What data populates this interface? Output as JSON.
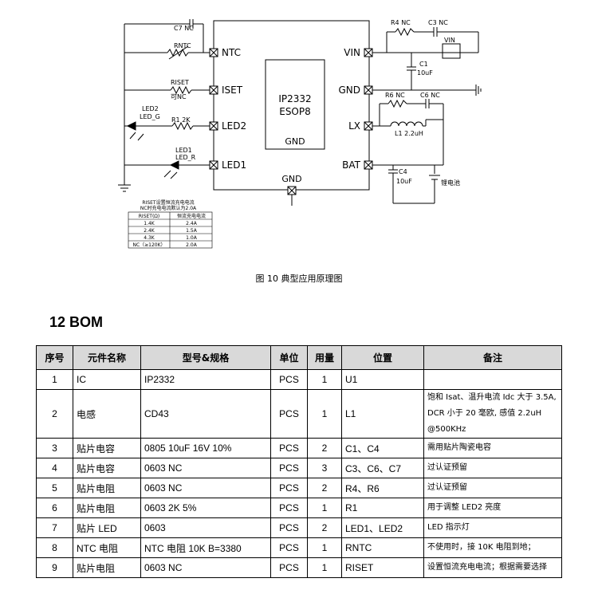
{
  "schematic": {
    "chip_name": "IP2332",
    "chip_package": "ESOP8",
    "chip_gnd": "GND",
    "pins": {
      "ntc": "NTC",
      "iset": "ISET",
      "led2": "LED2",
      "led1": "LED1",
      "vin": "VIN",
      "gnd": "GND",
      "lx": "LX",
      "bat": "BAT",
      "gnd_bottom": "GND"
    },
    "components": {
      "c7": "C7 NC",
      "rntc": "RNTC",
      "riset": "RISET",
      "riset_note": "可NC",
      "led2_label1": "LED2",
      "led2_label2": "LED_G",
      "r1": "R1 2K",
      "led1_label1": "LED1",
      "led1_label2": "LED_R",
      "r4": "R4 NC",
      "c3": "C3 NC",
      "vin_box": "VIN",
      "c1": "C1",
      "c1_val": "10uF",
      "r6": "R6 NC",
      "c6": "C6 NC",
      "l1": "L1 2.2uH",
      "c4": "C4",
      "c4_val": "10uF",
      "battery": "锂电池"
    },
    "iset_table": {
      "title_line1": "RISET设置恒流充电电流",
      "title_line2": "NC时充电电流默认为2.0A",
      "headers": [
        "RISET(Ω)",
        "恒流充电电流"
      ],
      "rows": [
        [
          "1.4K",
          "2.4A"
        ],
        [
          "2.4K",
          "1.5A"
        ],
        [
          "4.3K",
          "1.0A"
        ],
        [
          "NC（≥120K）",
          "2.0A"
        ]
      ]
    }
  },
  "figure_caption": "图 10  典型应用原理图",
  "section_title": "12 BOM",
  "bom": {
    "headers": [
      "序号",
      "元件名称",
      "型号&规格",
      "单位",
      "用量",
      "位置",
      "备注"
    ],
    "rows": [
      {
        "no": "1",
        "name": "IC",
        "spec": "IP2332",
        "unit": "PCS",
        "qty": "1",
        "pos": "U1",
        "note": ""
      },
      {
        "no": "2",
        "name": "电感",
        "spec": "CD43",
        "unit": "PCS",
        "qty": "1",
        "pos": "L1",
        "note": "饱和 Isat、温升电流 Idc 大于 3.5A, DCR 小于 20 毫欧, 感值 2.2uH @500KHz"
      },
      {
        "no": "3",
        "name": "贴片电容",
        "spec": "0805   10uF 16V   10%",
        "unit": "PCS",
        "qty": "2",
        "pos": "C1、C4",
        "note": "需用贴片陶瓷电容"
      },
      {
        "no": "4",
        "name": "贴片电容",
        "spec": "0603   NC",
        "unit": "PCS",
        "qty": "3",
        "pos": "C3、C6、C7",
        "note": "过认证预留"
      },
      {
        "no": "5",
        "name": "贴片电阻",
        "spec": "0603   NC",
        "unit": "PCS",
        "qty": "2",
        "pos": "R4、R6",
        "note": "过认证预留"
      },
      {
        "no": "6",
        "name": "贴片电阻",
        "spec": "0603   2K   5%",
        "unit": "PCS",
        "qty": "1",
        "pos": "R1",
        "note": "用于调整 LED2 亮度"
      },
      {
        "no": "7",
        "name": "贴片 LED",
        "spec": "0603",
        "unit": "PCS",
        "qty": "2",
        "pos": "LED1、LED2",
        "note": "LED 指示灯"
      },
      {
        "no": "8",
        "name": "NTC 电阻",
        "spec": "NTC 电阻  10K B=3380",
        "unit": "PCS",
        "qty": "1",
        "pos": "RNTC",
        "note": "不使用时，接 10K 电阻到地；"
      },
      {
        "no": "9",
        "name": "贴片电阻",
        "spec": "0603   NC",
        "unit": "PCS",
        "qty": "1",
        "pos": "RISET",
        "note": "设置恒流充电电流；根据需要选择"
      }
    ]
  }
}
